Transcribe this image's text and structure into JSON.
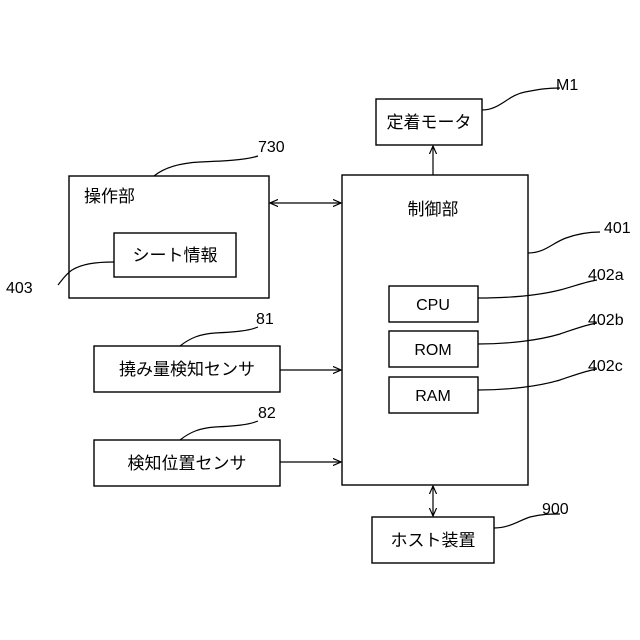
{
  "blocks": {
    "fixing_motor": "定着モータ",
    "operation_unit": "操作部",
    "sheet_info": "シート情報",
    "deflection_sensor": "撓み量検知センサ",
    "position_sensor": "検知位置センサ",
    "control_unit": "制御部",
    "cpu": "CPU",
    "rom": "ROM",
    "ram": "RAM",
    "host_device": "ホスト装置"
  },
  "refs": {
    "fixing_motor": "M1",
    "operation_unit": "730",
    "sheet_info": "403",
    "deflection_sensor": "81",
    "position_sensor": "82",
    "control_unit": "401",
    "cpu": "402a",
    "rom": "402b",
    "ram": "402c",
    "host_device": "900"
  }
}
